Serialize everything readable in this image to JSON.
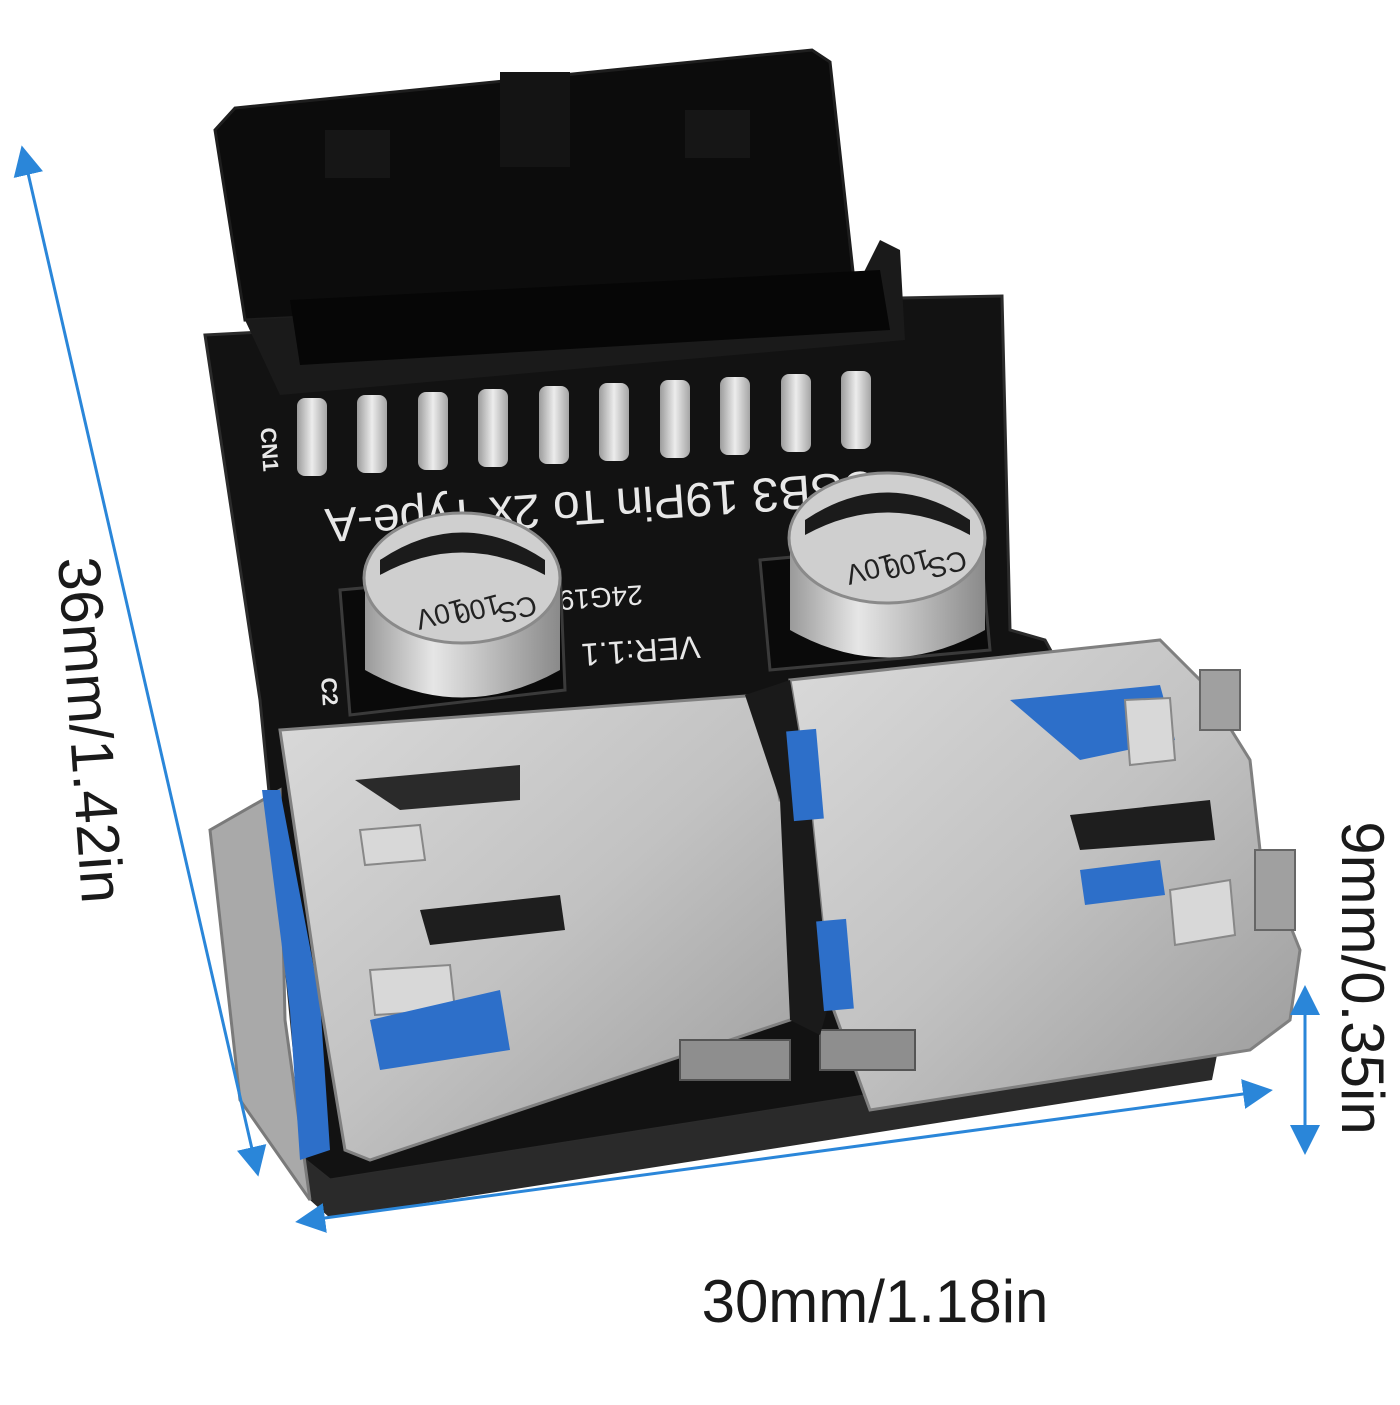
{
  "product": {
    "board_silkscreen": "USB3 19Pin To 2x Type-A",
    "connector_label": "CN1",
    "version_label": "VER:1.1",
    "date_code": "24G19",
    "cap_designator": "C2",
    "capacitor": {
      "brand": "CS",
      "value": "100",
      "voltage": "10V"
    }
  },
  "dimensions": {
    "height": "36mm/1.42in",
    "width": "30mm/1.18in",
    "depth": "9mm/0.35in"
  },
  "colors": {
    "pcb": "#121212",
    "connector_body": "#0c0c0c",
    "pins": "#cfcfcf",
    "usb_shell": "#c4c4c4",
    "usb_blue": "#2d6fc9",
    "dimension_line": "#2a86d9"
  }
}
